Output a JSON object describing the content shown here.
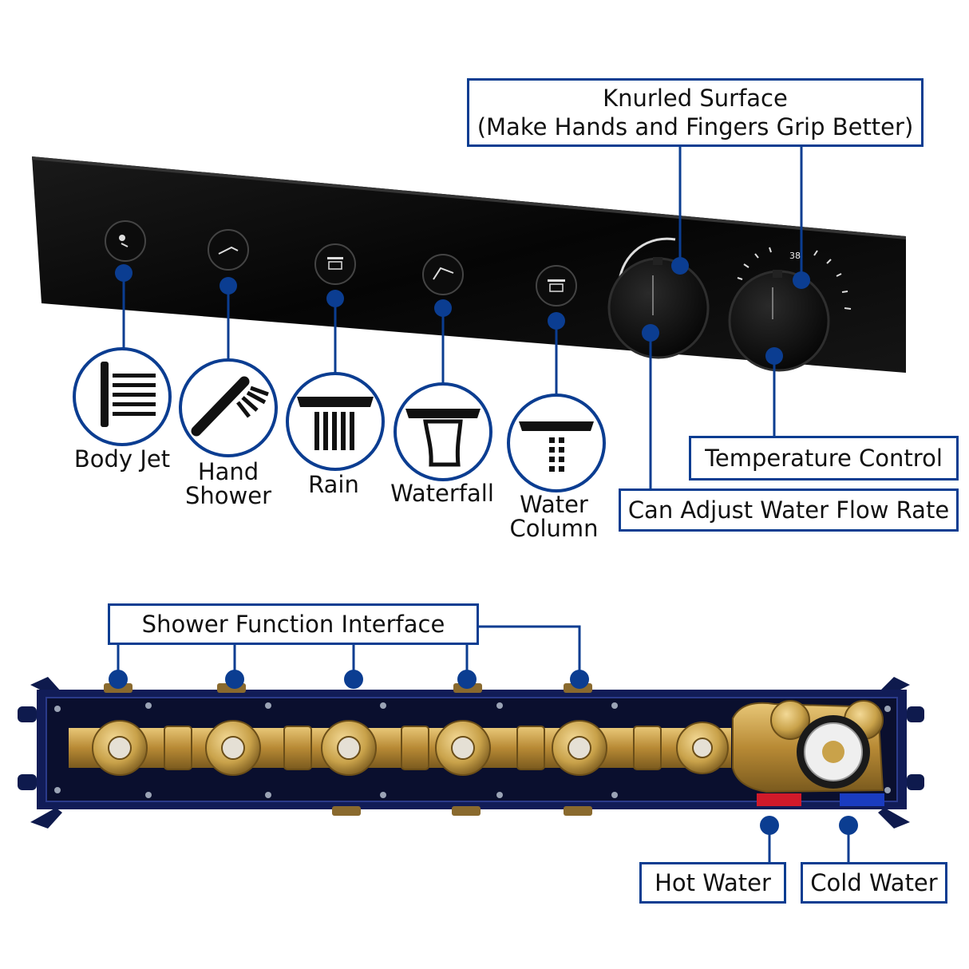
{
  "colors": {
    "accent": "#0b3d91",
    "panel": "#0a0a0a",
    "brass": "#c9a24a"
  },
  "callouts": {
    "knurled_line1": "Knurled Surface",
    "knurled_line2": "(Make Hands and Fingers Grip Better)",
    "temperature": "Temperature Control",
    "flow": "Can Adjust Water Flow Rate",
    "interface": "Shower Function Interface",
    "hot": "Hot Water",
    "cold": "Cold Water"
  },
  "dial_number": "38",
  "functions": [
    {
      "icon": "body-jet-icon",
      "line1": "Body Jet",
      "line2": ""
    },
    {
      "icon": "hand-shower-icon",
      "line1": "Hand",
      "line2": "Shower"
    },
    {
      "icon": "rain-icon",
      "line1": "Rain",
      "line2": ""
    },
    {
      "icon": "waterfall-icon",
      "line1": "Waterfall",
      "line2": ""
    },
    {
      "icon": "water-column-icon",
      "line1": "Water",
      "line2": "Column"
    }
  ]
}
